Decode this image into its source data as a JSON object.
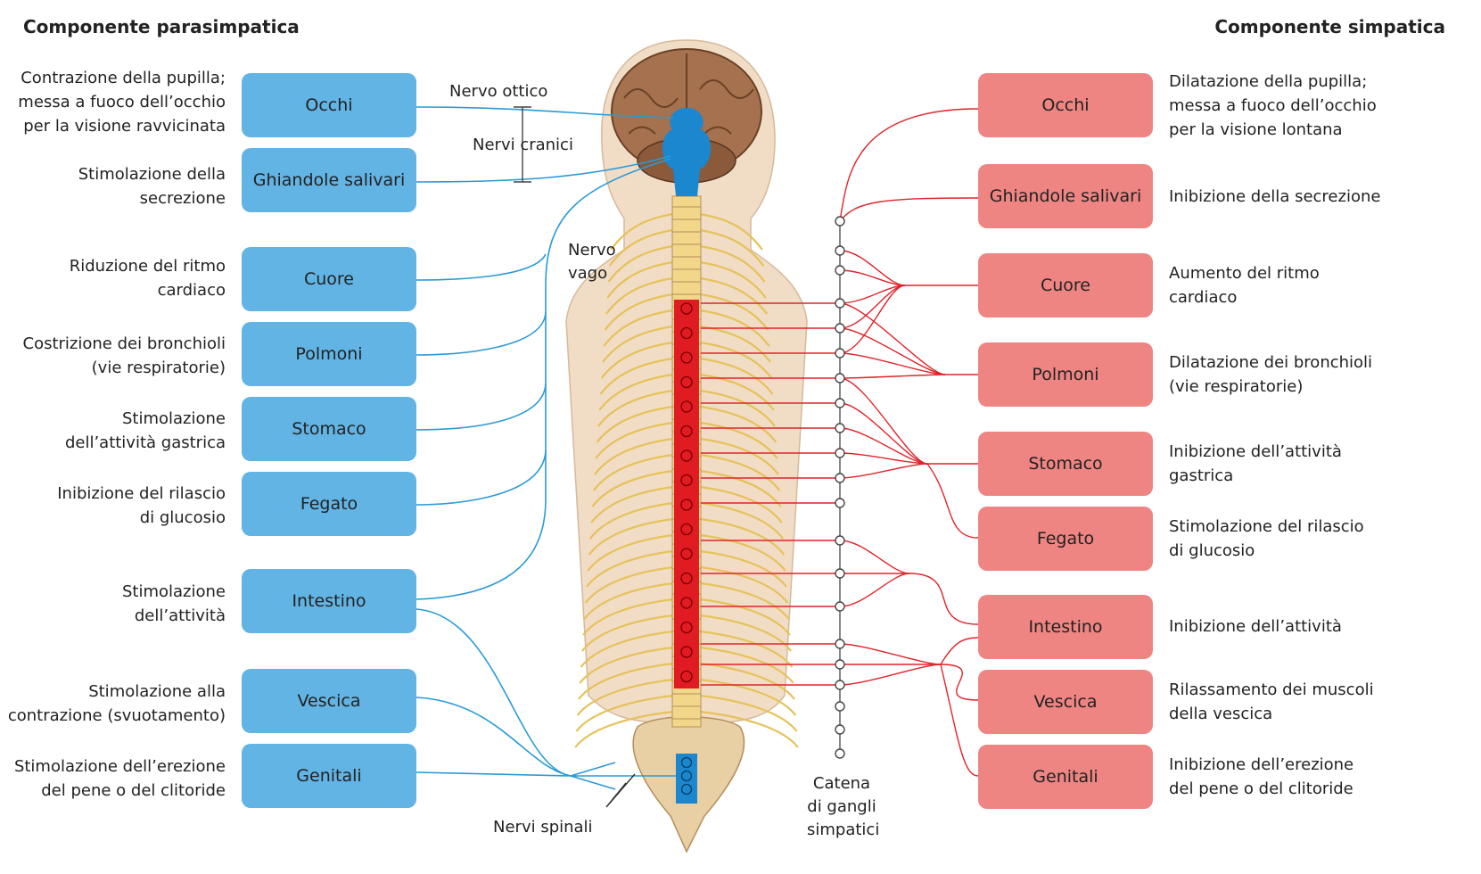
{
  "headers": {
    "parasympathetic": "Componente parasimpatica",
    "sympathetic": "Componente simpatica"
  },
  "colors": {
    "parasympathetic_box": "#62b4e4",
    "parasympathetic_nerve": "#2a9ad8",
    "sympathetic_box": "#ee8583",
    "sympathetic_nerve": "#e0242a",
    "spinal_cord_red": "#e11b22",
    "nerves_yellow": "#e6c25a"
  },
  "parasympathetic": {
    "organs": [
      "Occhi",
      "Ghiandole salivari",
      "Cuore",
      "Polmoni",
      "Stomaco",
      "Fegato",
      "Intestino",
      "Vescica",
      "Genitali"
    ],
    "effects": [
      [
        "Contrazione della pupilla;",
        "messa a fuoco dell’occhio",
        "per la visione ravvicinata"
      ],
      [
        "Stimolazione della",
        "secrezione"
      ],
      [
        "Riduzione del ritmo",
        "cardiaco"
      ],
      [
        "Costrizione dei bronchioli",
        "(vie respiratorie)"
      ],
      [
        "Stimolazione",
        "dell’attività gastrica"
      ],
      [
        "Inibizione del rilascio",
        "di glucosio"
      ],
      [
        "Stimolazione",
        "dell’attività"
      ],
      [
        "Stimolazione alla",
        "contrazione (svuotamento)"
      ],
      [
        "Stimolazione dell’erezione",
        "del pene o del clitoride"
      ]
    ]
  },
  "sympathetic": {
    "organs": [
      "Occhi",
      "Ghiandole salivari",
      "Cuore",
      "Polmoni",
      "Stomaco",
      "Fegato",
      "Intestino",
      "Vescica",
      "Genitali"
    ],
    "effects": [
      [
        "Dilatazione della pupilla;",
        "messa a fuoco dell’occhio",
        "per la visione lontana"
      ],
      [
        "Inibizione della secrezione"
      ],
      [
        "Aumento del ritmo",
        "cardiaco"
      ],
      [
        "Dilatazione dei bronchioli",
        "(vie respiratorie)"
      ],
      [
        "Inibizione dell’attività",
        "gastrica"
      ],
      [
        "Stimolazione del rilascio",
        "di glucosio"
      ],
      [
        "Inibizione dell’attività"
      ],
      [
        "Rilassamento dei muscoli",
        "della vescica"
      ],
      [
        "Inibizione dell’erezione",
        "del pene o del clitoride"
      ]
    ]
  },
  "labels": {
    "optic_nerve": "Nervo ottico",
    "cranial_nerves": "Nervi cranici",
    "vagus_nerve": [
      "Nervo",
      "vago"
    ],
    "spinal_nerves": "Nervi spinali",
    "ganglion_chain": [
      "Catena",
      "di gangli",
      "simpatici"
    ]
  }
}
